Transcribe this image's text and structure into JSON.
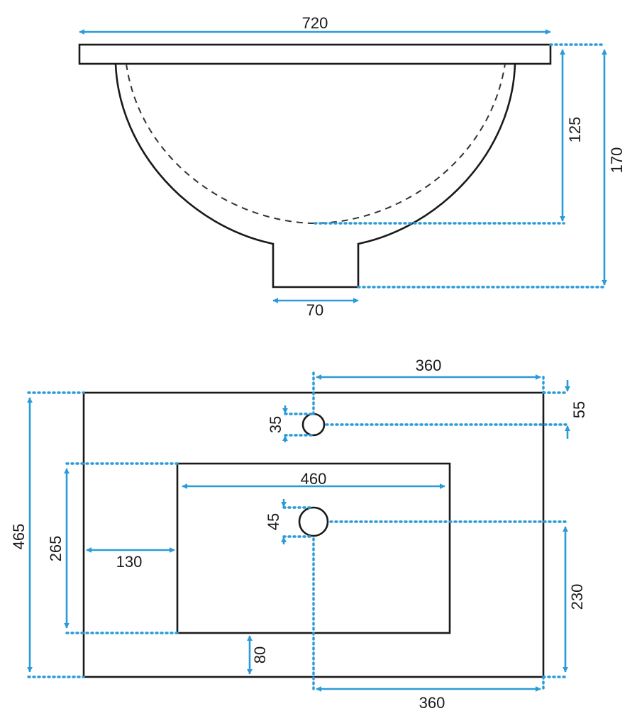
{
  "colors": {
    "dimension": "#2a9bd7",
    "outline": "#1a1a1a"
  },
  "side_view": {
    "width": "720",
    "bowl_depth": "125",
    "total_height": "170",
    "drain_width": "70"
  },
  "top_view": {
    "tap_hole_offset_top": "360",
    "tap_hole_margin_top": "55",
    "tap_hole_diameter": "35",
    "depth": "465",
    "bowl_depth": "265",
    "bowl_width": "460",
    "drain_diameter": "45",
    "bowl_left_margin": "130",
    "bowl_front_margin": "80",
    "drain_offset_bottom": "230",
    "drain_offset_right": "360"
  }
}
